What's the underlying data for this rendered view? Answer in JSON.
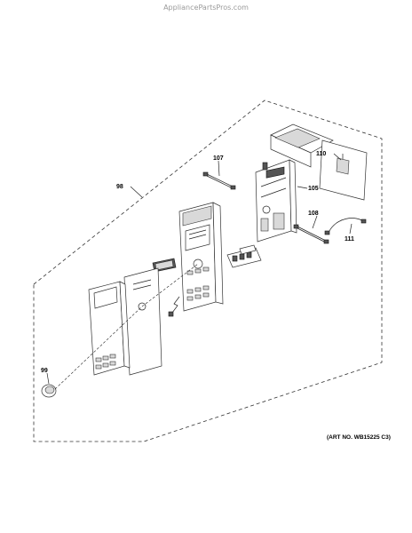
{
  "watermark": "AppliancePartsPros.com",
  "art_number": "(ART NO. WB15225 C3)",
  "callouts": {
    "p98": "98",
    "p99": "99",
    "p105": "105",
    "p107": "107",
    "p108": "108",
    "p110": "110",
    "p111": "111"
  }
}
